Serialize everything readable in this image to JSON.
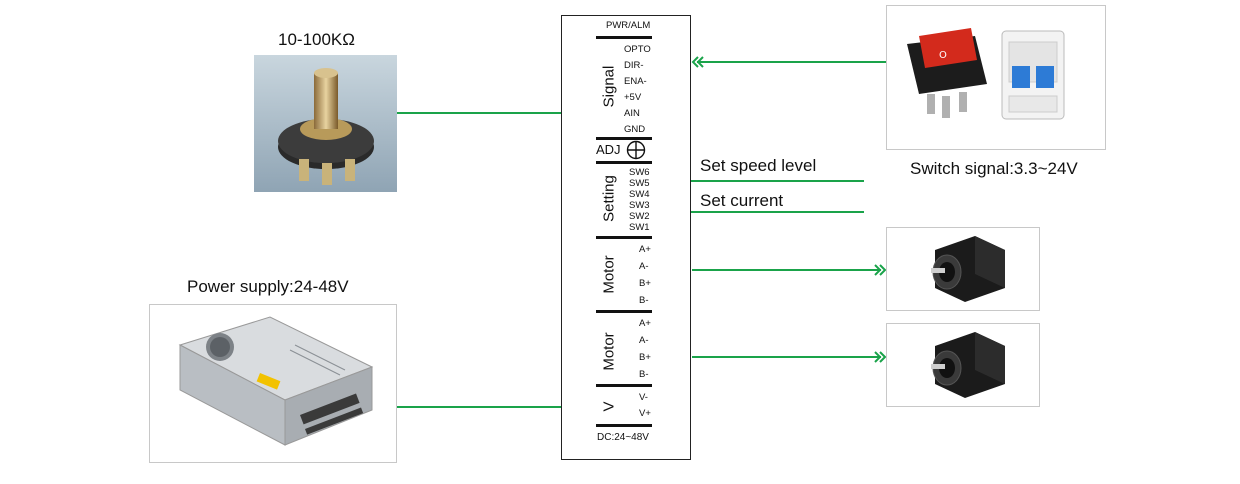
{
  "potentiometer": {
    "caption": "10-100KΩ"
  },
  "power_supply": {
    "caption": "Power supply:24-48V"
  },
  "switch": {
    "caption": "Switch signal:3.3~24V"
  },
  "driver": {
    "top_label": "PWR/ALM",
    "signal_group": {
      "title": "Signal",
      "pins": [
        "OPTO",
        "DIR-",
        "ENA-",
        "+5V",
        "AIN",
        "GND"
      ]
    },
    "adj_label": "ADJ",
    "setting_group": {
      "title": "Setting",
      "pins": [
        "SW6",
        "SW5",
        "SW4",
        "SW3",
        "SW2",
        "SW1"
      ]
    },
    "motor1_group": {
      "title": "Motor",
      "pins": [
        "A+",
        "A-",
        "B+",
        "B-"
      ]
    },
    "motor2_group": {
      "title": "Motor",
      "pins": [
        "A+",
        "A-",
        "B+",
        "B-"
      ]
    },
    "power_group": {
      "title": "V",
      "pins": [
        "V-",
        "V+"
      ]
    },
    "bottom_label": "DC:24~48V"
  },
  "annotations": {
    "speed": "Set speed level",
    "current": "Set current"
  },
  "colors": {
    "wire": "#1aa34a",
    "frame": "#c8c8c8",
    "ink": "#111111"
  }
}
